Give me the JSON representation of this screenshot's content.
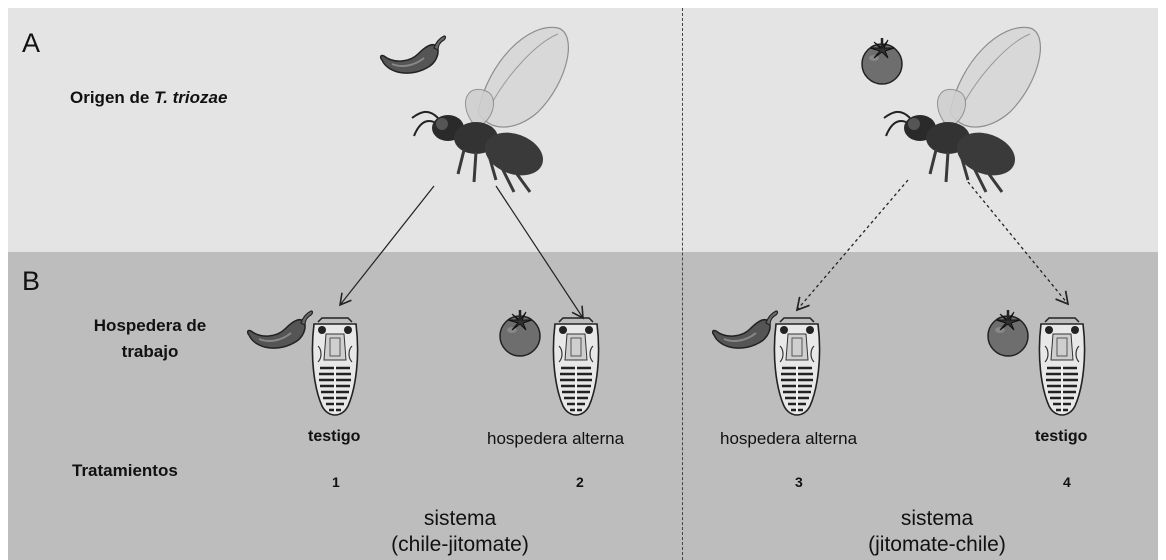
{
  "panels": {
    "a_label": "A",
    "b_label": "B"
  },
  "origin_label": {
    "prefix": "Origen de ",
    "species": "T. triozae"
  },
  "host_label": {
    "line1": "Hospedera de",
    "line2": "trabajo"
  },
  "treatments_label": "Tratamientos",
  "treatments": [
    {
      "label": "testigo",
      "number": "1"
    },
    {
      "label": "hospedera alterna",
      "number": "2"
    },
    {
      "label": "hospedera alterna",
      "number": "3"
    },
    {
      "label": "testigo",
      "number": "4"
    }
  ],
  "systems": [
    {
      "line1": "sistema",
      "line2": "(chile-jitomate)"
    },
    {
      "line1": "sistema",
      "line2": "(jitomate-chile)"
    }
  ],
  "icons": [
    "chile-pepper-icon",
    "tomato-icon",
    "wasp-icon",
    "psyllid-nymph-icon"
  ],
  "colors": {
    "panel_a_bg": "#e4e4e4",
    "panel_b_bg": "#bdbdbd",
    "pepper": "#5a5a5a",
    "tomato": "#6e6e6e"
  }
}
